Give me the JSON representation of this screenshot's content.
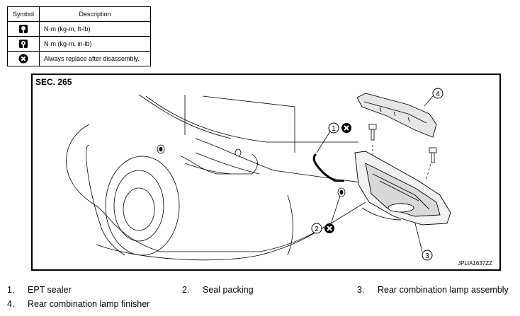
{
  "legend": {
    "header_symbol": "Symbol",
    "header_description": "Description",
    "rows": [
      {
        "icon": "torque-wrench-ft-lb-icon",
        "text": "N·m (kg-m, ft-lb)"
      },
      {
        "icon": "torque-wrench-in-lb-icon",
        "text": "N·m (kg-m, in-lb)"
      },
      {
        "icon": "always-replace-icon",
        "text": "Always replace after disassembly."
      }
    ]
  },
  "diagram": {
    "section": "SEC. 265",
    "reference": "JPLIA1637ZZ",
    "callouts": [
      "1",
      "2",
      "3",
      "4"
    ]
  },
  "parts": [
    {
      "num": "1.",
      "name": "EPT sealer"
    },
    {
      "num": "2.",
      "name": "Seal packing"
    },
    {
      "num": "3.",
      "name": "Rear combination lamp assembly"
    },
    {
      "num": "4.",
      "name": "Rear combination lamp finisher"
    }
  ]
}
